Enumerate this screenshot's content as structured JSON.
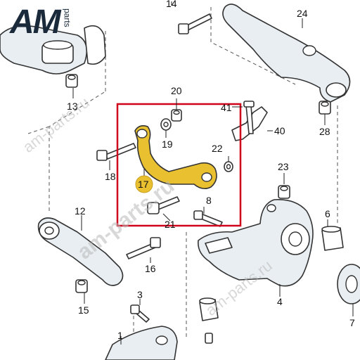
{
  "logo": {
    "text": "AM",
    "sub": "parts"
  },
  "watermarks": [
    "am-parts.ru",
    "am-parts.ru",
    "am-parts.ru"
  ],
  "highlight": {
    "color": "#d0021b",
    "part_fill": "#e8c030"
  },
  "callouts": {
    "p1": "1",
    "p3": "3",
    "p4": "4",
    "p6": "6",
    "p7": "7",
    "p8": "8",
    "p12": "12",
    "p13": "13",
    "p14": "14",
    "p15": "15",
    "p16": "16",
    "p17": "17",
    "p18": "18",
    "p19": "19",
    "p20": "20",
    "p21": "21",
    "p22": "22",
    "p23": "23",
    "p24": "24",
    "p28": "28",
    "p40": "40",
    "p41": "41"
  }
}
